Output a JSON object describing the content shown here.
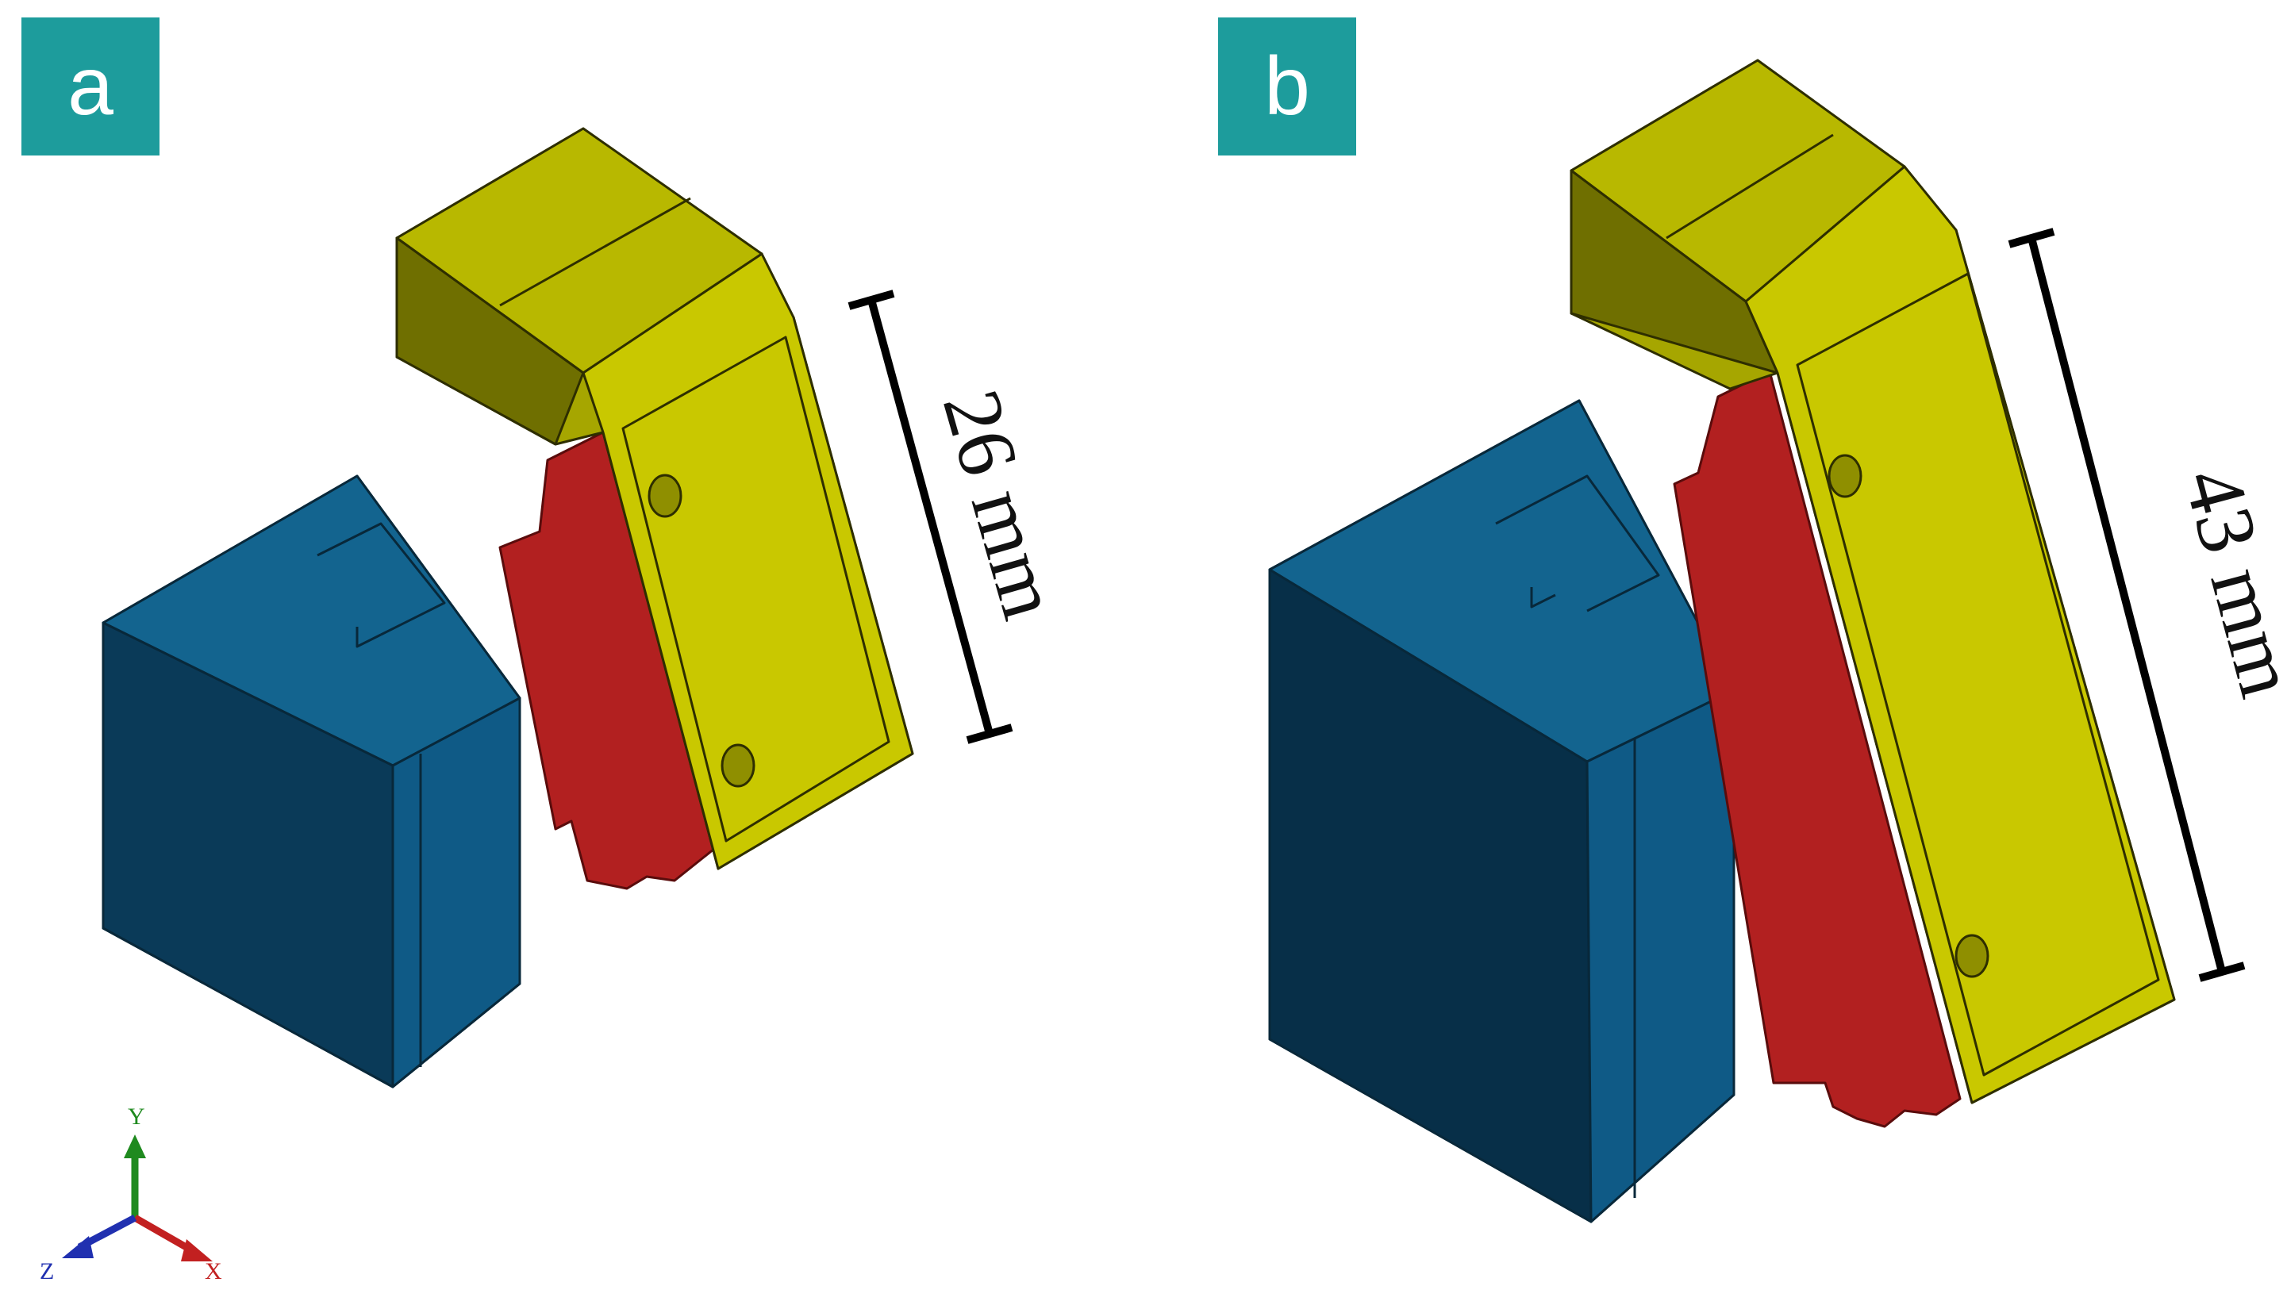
{
  "panels": [
    {
      "label": "a",
      "dimension": "26 mm"
    },
    {
      "label": "b",
      "dimension": "43 mm"
    }
  ],
  "axes": {
    "x": "X",
    "y": "Y",
    "z": "Z"
  },
  "colors": {
    "badge": "#1d9c9c",
    "blue_part": "#0f5a86",
    "red_part": "#b22020",
    "yellow_part": "#c9c800"
  }
}
